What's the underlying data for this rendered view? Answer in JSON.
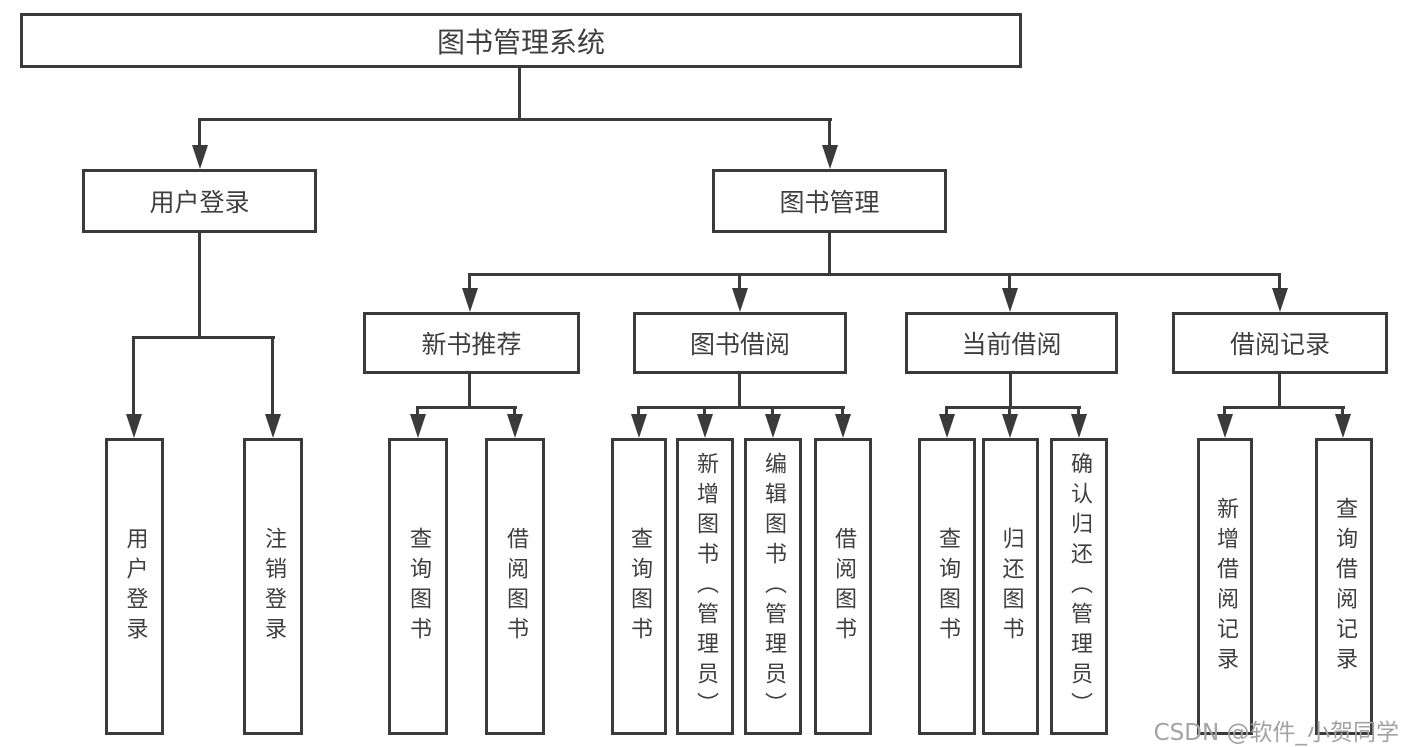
{
  "colors": {
    "line": "#3a3a3a",
    "text": "#3f3f3f",
    "watermark": "#a3a3a3",
    "background": "#ffffff"
  },
  "tree": {
    "root": {
      "label": "图书管理系统",
      "children": [
        {
          "label": "用户登录",
          "children": [
            {
              "label": "用户登录"
            },
            {
              "label": "注销登录"
            }
          ]
        },
        {
          "label": "图书管理",
          "children": [
            {
              "label": "新书推荐",
              "children": [
                {
                  "label": "查询图书"
                },
                {
                  "label": "借阅图书"
                }
              ]
            },
            {
              "label": "图书借阅",
              "children": [
                {
                  "label": "查询图书"
                },
                {
                  "label": "新增图书（管理员）"
                },
                {
                  "label": "编辑图书（管理员）"
                },
                {
                  "label": "借阅图书"
                }
              ]
            },
            {
              "label": "当前借阅",
              "children": [
                {
                  "label": "查询图书"
                },
                {
                  "label": "归还图书"
                },
                {
                  "label": "确认归还（管理员）"
                }
              ]
            },
            {
              "label": "借阅记录",
              "children": [
                {
                  "label": "新增借阅记录"
                },
                {
                  "label": "查询借阅记录"
                }
              ]
            }
          ]
        }
      ]
    }
  },
  "watermark": {
    "text": "CSDN @软件_小贺同学"
  }
}
